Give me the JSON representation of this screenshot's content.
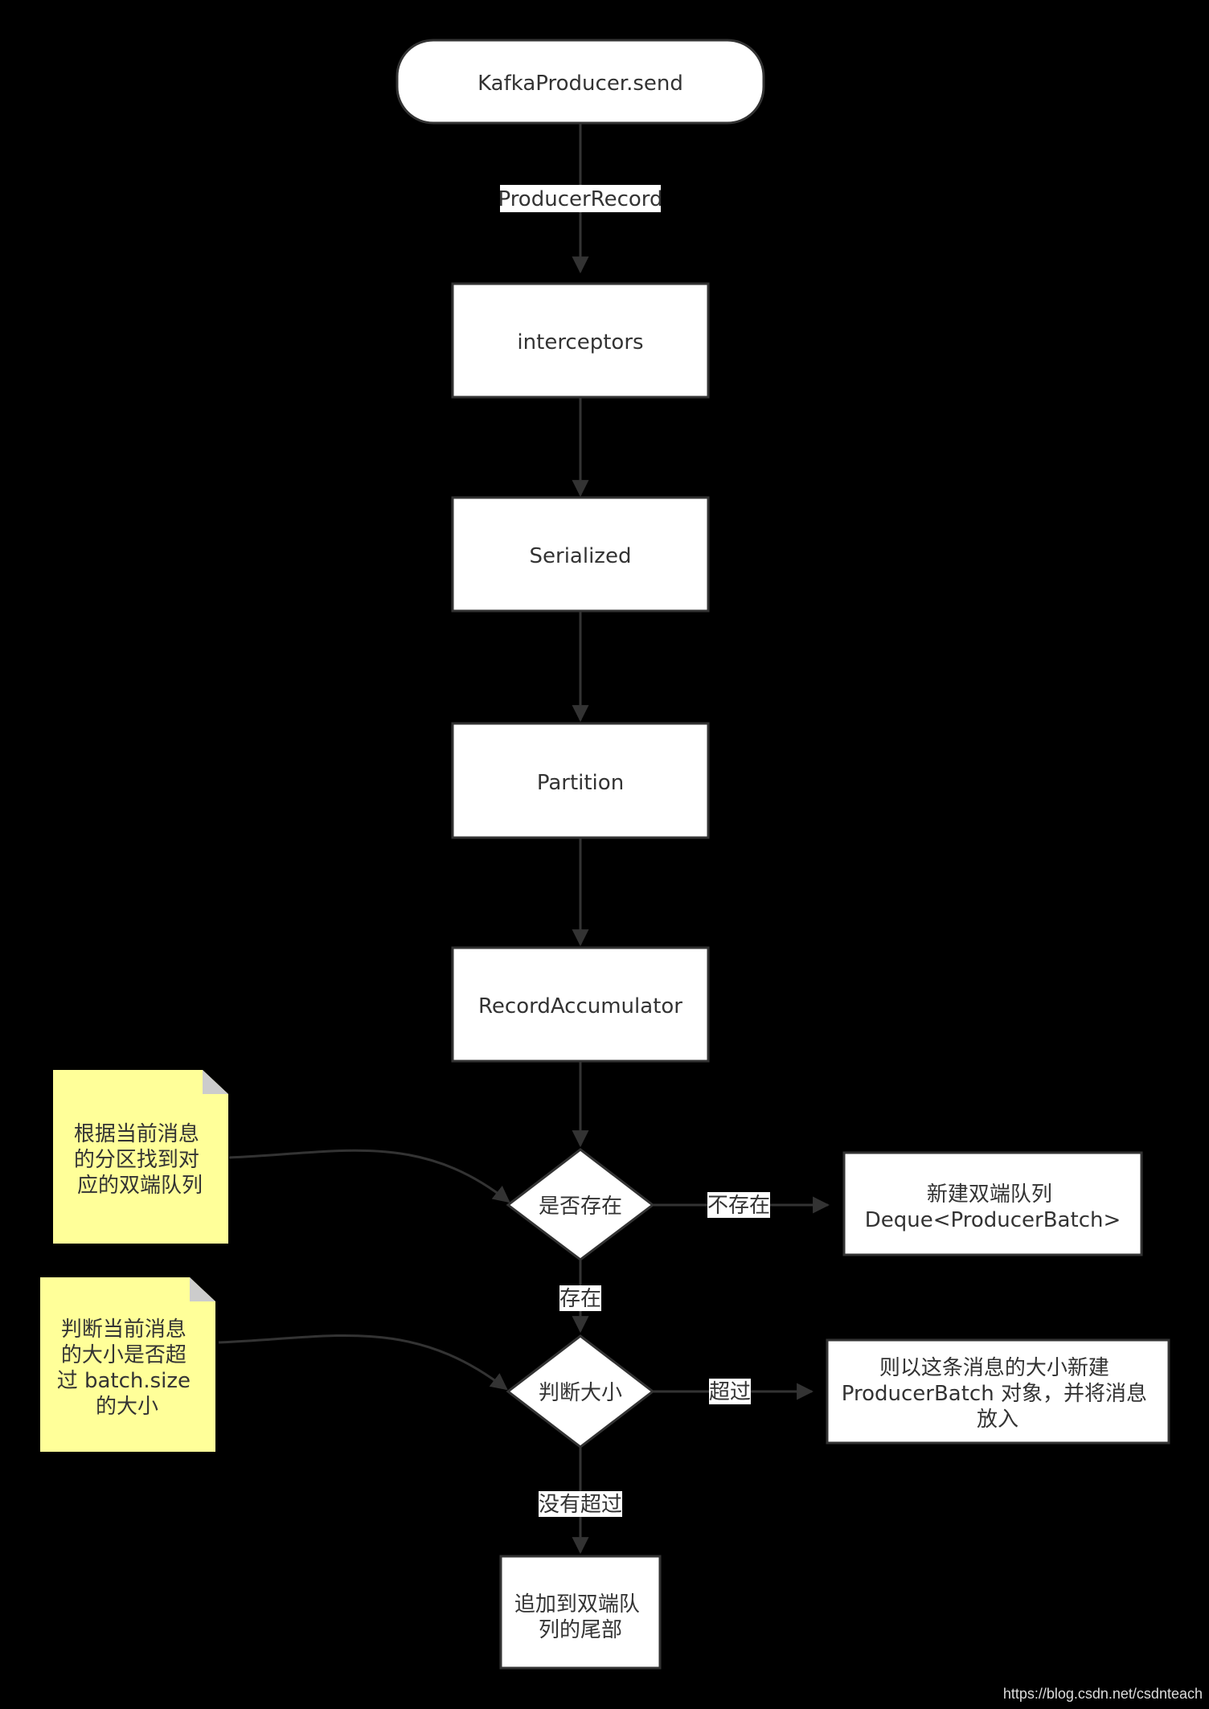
{
  "nodes": {
    "start": "KafkaProducer.send",
    "interceptors": "interceptors",
    "serialized": "Serialized",
    "partition": "Partition",
    "accumulator": "RecordAccumulator",
    "exists_decision": "是否存在",
    "size_decision": "判断大小",
    "new_deque": [
      "新建双端队列",
      "Deque<ProducerBatch>"
    ],
    "new_batch": [
      "则以这条消息的大小新建",
      "ProducerBatch 对象，并将消息",
      "放入"
    ],
    "append_tail": [
      "追加到双端队",
      "列的尾部"
    ]
  },
  "notes": {
    "note1": [
      "根据当前消息",
      "的分区找到对",
      "应的双端队列"
    ],
    "note2": [
      "判断当前消息",
      "的大小是否超",
      "过 batch.size",
      "的大小"
    ]
  },
  "edge_labels": {
    "producer_record": "ProducerRecord",
    "not_exists": "不存在",
    "exists": "存在",
    "exceeds": "超过",
    "not_exceeds": "没有超过"
  },
  "watermark": "https://blog.csdn.net/csdnteach",
  "colors": {
    "background": "#000000",
    "node_fill": "#ffffff",
    "node_stroke": "#333333",
    "note_fill": "#ffff99",
    "note_fold": "#cccccc",
    "arrow": "#333333"
  }
}
